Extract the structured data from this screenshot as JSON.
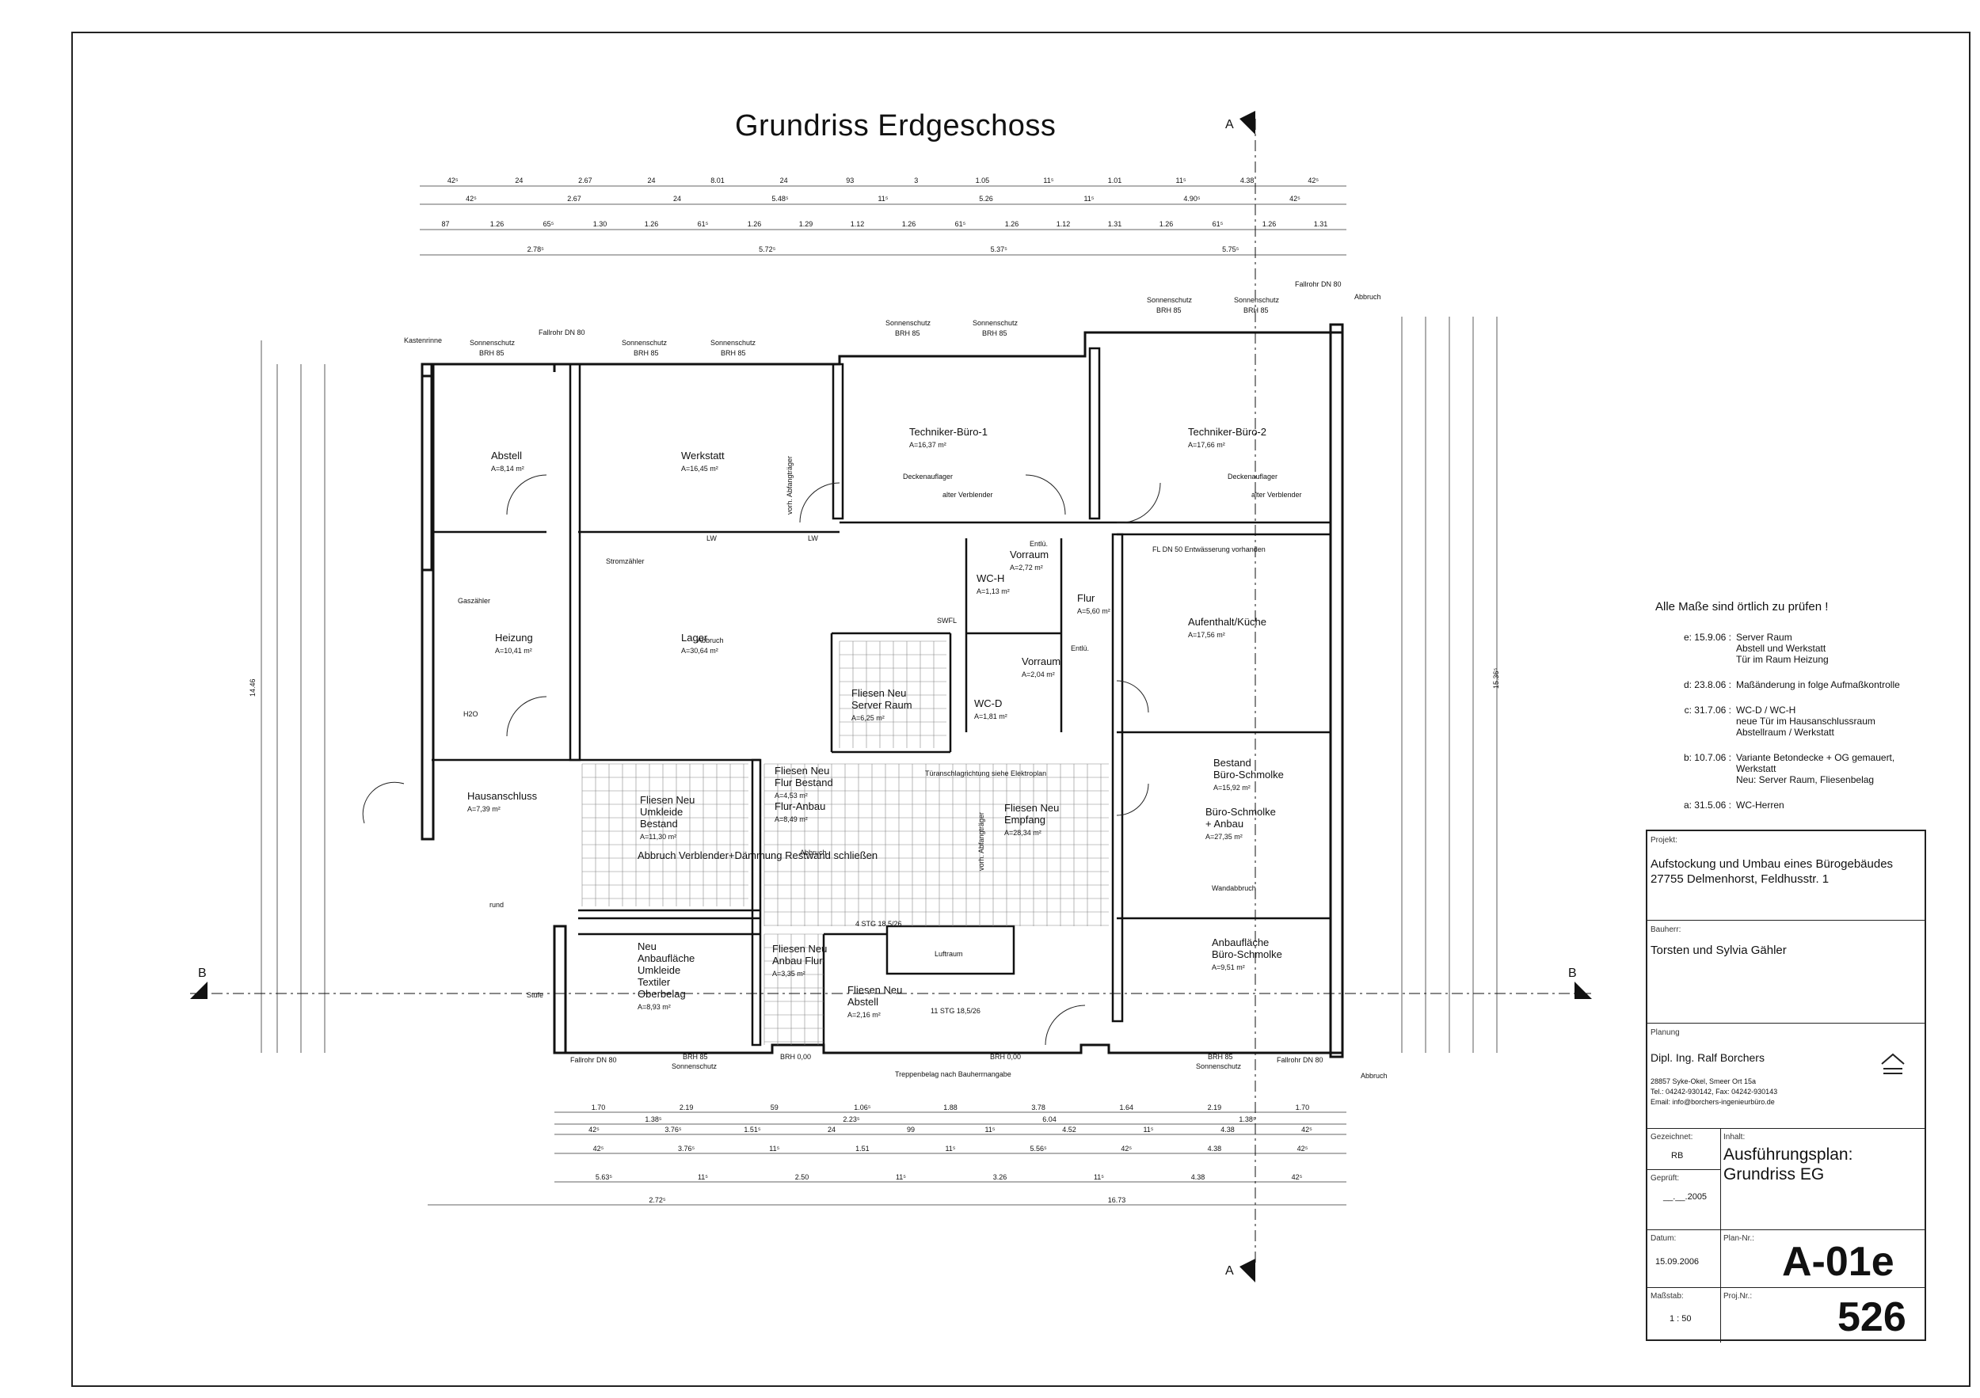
{
  "title": "Grundriss Erdgeschoss",
  "section_marks": {
    "a_top": "A",
    "a_bottom": "A",
    "b_left": "B",
    "b_right": "B"
  },
  "rooms": [
    {
      "name": "Abstell",
      "area": "A=8,14 m²"
    },
    {
      "name": "Werkstatt",
      "area": "A=16,45 m²"
    },
    {
      "name": "Techniker-Büro-1",
      "area": "A=16,37 m²"
    },
    {
      "name": "Techniker-Büro-2",
      "area": "A=17,66 m²"
    },
    {
      "name": "Heizung",
      "area": "A=10,41 m²"
    },
    {
      "name": "Lager",
      "area": "A=30,64 m²"
    },
    {
      "name": "Vorraum",
      "area": "A=2,72 m²"
    },
    {
      "name": "WC-H",
      "area": "A=1,13 m²"
    },
    {
      "name": "Flur",
      "area": "A=5,60 m²"
    },
    {
      "name": "Vorraum",
      "area": "A=2,04 m²"
    },
    {
      "name": "WC-D",
      "area": "A=1,81 m²"
    },
    {
      "name": "Aufenthalt/Küche",
      "area": "A=17,56 m²"
    },
    {
      "name": "Fliesen Neu Server Raum",
      "area": "A=6,25 m²"
    },
    {
      "name": "Hausanschluss",
      "area": "A=7,39 m²"
    },
    {
      "name": "Fliesen Neu Umkleide Bestand",
      "area": "A=11,30 m²"
    },
    {
      "name": "Fliesen Neu Flur Bestand",
      "area": "A=4,53 m²"
    },
    {
      "name": "Flur-Anbau",
      "area": "A=8,49 m²"
    },
    {
      "name": "Fliesen Neu Empfang",
      "area": "A=28,34 m²"
    },
    {
      "name": "Bestand Büro-Schmolke",
      "area": "A=15,92 m²"
    },
    {
      "name": "Büro-Schmolke + Anbau",
      "area": "A=27,35 m²"
    },
    {
      "name": "Neu Anbaufläche Umkleide Textiler Oberbelag",
      "area": "A=8,93 m²"
    },
    {
      "name": "Fliesen Neu Anbau Flur",
      "area": "A=3,35 m²"
    },
    {
      "name": "Fliesen Neu Abstell",
      "area": "A=2,16 m²"
    },
    {
      "name": "Anbaufläche Büro-Schmolke",
      "area": "A=9,51 m²"
    }
  ],
  "annotations": {
    "kastenrinne": "Kastenrinne",
    "sonnenschutz": "Sonnenschutz",
    "brh85": "BRH 85",
    "fallrohr": "Fallrohr DN 80",
    "abbruch": "Abbruch",
    "deckenauflager": "Deckenauflager",
    "alter_verblender": "alter Verblender",
    "stromzaehler": "Stromzähler",
    "gaszaehler": "Gaszähler",
    "h2o": "H2O",
    "lw": "LW",
    "abfangtraeger": "vorh. Abfangträger",
    "swfl": "SWFL",
    "fl_dn50": "FL DN 50 Entwässerung vorhanden",
    "tueranschlag": "Türanschlagrichtung siehe Elektroplan",
    "abbruch_text": "Abbruch Verblender+Dämmung Restwand schließen",
    "luftraum": "Luftraum",
    "stg_top": "4 STG 18,5/26",
    "stg_bottom": "11 STG 18,5/26",
    "treppenbelag": "Treppenbelag nach Bauherrnangabe",
    "wandabbruch": "Wandabbruch",
    "stufe": "Stufe",
    "brh0": "BRH 0,00",
    "rund": "rund",
    "entl": "Entlü."
  },
  "dimensions": {
    "top_row1": [
      "42⁵",
      "24",
      "2.67",
      "24",
      "8.01",
      "24",
      "93",
      "3",
      "1.05",
      "11⁵",
      "1.01",
      "11⁵",
      "4.38",
      "42⁵"
    ],
    "top_row2": [
      "42⁵",
      "2.67",
      "24",
      "5.48⁵",
      "11⁵",
      "5.26",
      "11⁵",
      "4.90⁵",
      "42⁵"
    ],
    "top_row3": [
      "87",
      "1.26",
      "65⁵",
      "1.30",
      "1.26",
      "61⁵",
      "1.26",
      "1.29",
      "1.12",
      "1.26",
      "61⁵",
      "1.26",
      "1.12",
      "1.31",
      "1.26",
      "61⁵",
      "1.26",
      "1.31"
    ],
    "top_row4": [
      "2.78⁵",
      "5.72⁵",
      "5.37⁵",
      "5.75⁵"
    ],
    "bottom_row1": [
      "1.70",
      "2.19",
      "59",
      "1.06⁵",
      "1.88",
      "3.78",
      "1.64",
      "2.19",
      "1.70"
    ],
    "bottom_row2": [
      "1.38⁵",
      "2.23⁵",
      "6.04",
      "1.38⁵"
    ],
    "bottom_row3": [
      "42⁵",
      "3.76⁵",
      "1.51⁵",
      "24",
      "99",
      "11⁵",
      "4.52",
      "11⁵",
      "4.38",
      "42⁵"
    ],
    "bottom_row4": [
      "42⁵",
      "3.76⁵",
      "11⁵",
      "1.51",
      "11⁵",
      "5.56⁵",
      "42⁵",
      "4.38",
      "42⁵"
    ],
    "bottom_row5": [
      "5.63⁵",
      "11⁵",
      "2.50",
      "11⁵",
      "3.26",
      "11⁵",
      "4.38",
      "42⁵"
    ],
    "bottom_row6": [
      "2.72⁵",
      "16.73"
    ],
    "left_total": "14.46",
    "right_total": "15.36⁵"
  },
  "notes": {
    "header": "Alle Maße sind örtlich zu prüfen !",
    "revisions": [
      {
        "key": "e: 15.9.06 :",
        "lines": [
          "Server Raum",
          "Abstell und Werkstatt",
          "Tür im Raum Heizung"
        ]
      },
      {
        "key": "d: 23.8.06 :",
        "lines": [
          "Maßänderung in folge Aufmaßkontrolle"
        ]
      },
      {
        "key": "c: 31.7.06 :",
        "lines": [
          "WC-D / WC-H",
          "neue Tür im Hausanschlussraum",
          "Abstellraum / Werkstatt"
        ]
      },
      {
        "key": "b: 10.7.06 :",
        "lines": [
          "Variante Betondecke + OG gemauert,",
          "Werkstatt",
          "Neu: Server Raum, Fliesenbelag"
        ]
      },
      {
        "key": "a: 31.5.06 :",
        "lines": [
          "WC-Herren"
        ]
      }
    ]
  },
  "title_block": {
    "projekt_label": "Projekt:",
    "projekt_line1": "Aufstockung und Umbau eines Bürogebäudes",
    "projekt_line2": "27755 Delmenhorst, Feldhusstr. 1",
    "bauherr_label": "Bauherr:",
    "bauherr": "Torsten und Sylvia Gähler",
    "planung_label": "Planung",
    "planer": "Dipl. Ing. Ralf Borchers",
    "adresse": "28857 Syke-Okel, Smeer Ort 15a",
    "tel": "Tel.: 04242-930142, Fax: 04242-930143",
    "email": "Email: info@borchers-ingenieurbüro.de",
    "gezeichnet_label": "Gezeichnet:",
    "gezeichnet": "RB",
    "geprueft_label": "Geprüft:",
    "geprueft": "__.__.2005",
    "datum_label": "Datum:",
    "datum": "15.09.2006",
    "massstab_label": "Maßstab:",
    "massstab": "1 : 50",
    "inhalt_label": "Inhalt:",
    "inhalt_line1": "Ausführungsplan:",
    "inhalt_line2": "Grundriss EG",
    "plan_nr_label": "Plan-Nr.:",
    "plan_nr": "A-01e",
    "proj_nr_label": "Proj.Nr.:",
    "proj_nr": "526"
  }
}
